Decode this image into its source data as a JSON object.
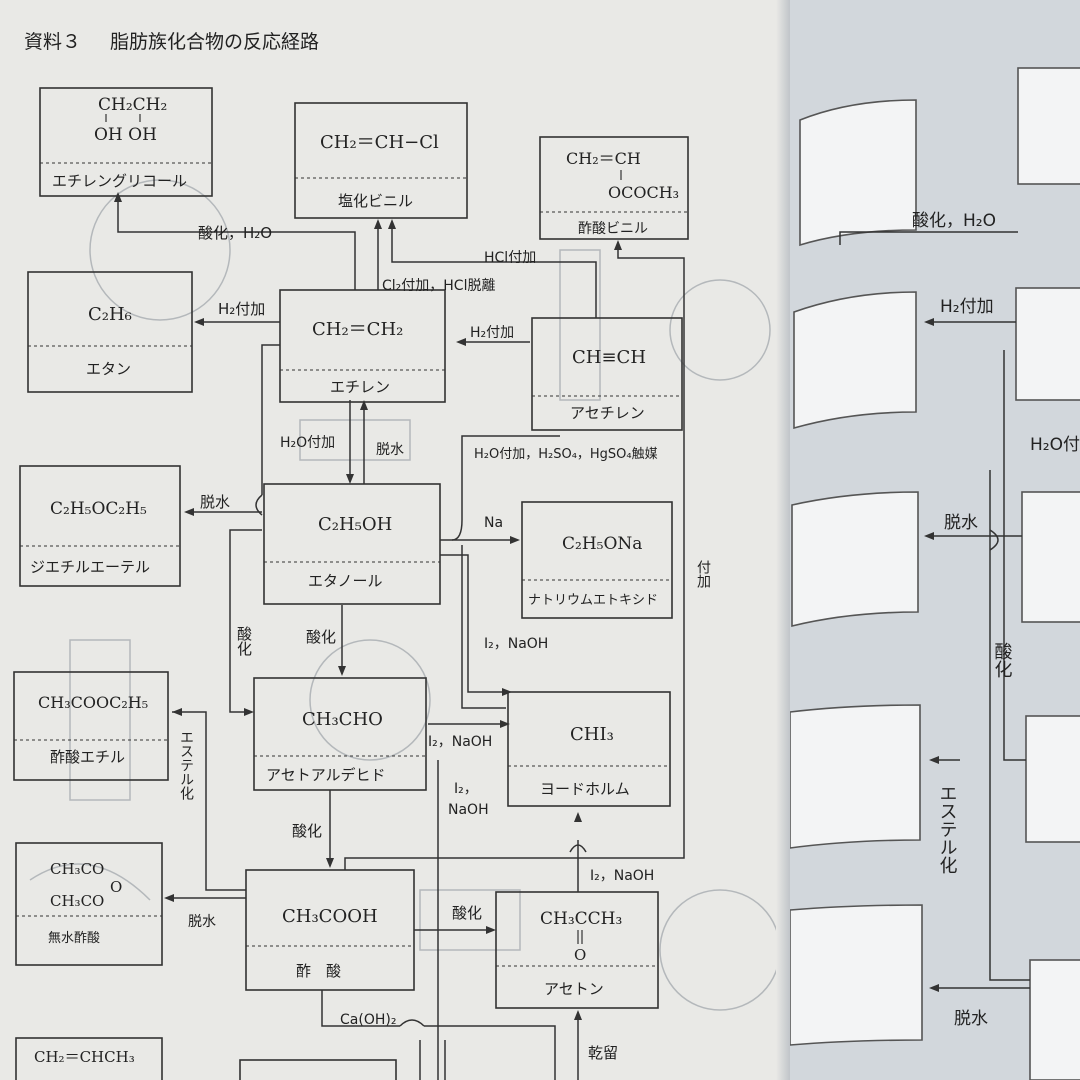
{
  "document": {
    "label": "資料３",
    "title": "脂肪族化合物の反応経路"
  },
  "compounds": {
    "ethylene_glycol": {
      "formula_top": "CH₂CH₂",
      "formula_bottom": "OH OH",
      "name": "エチレングリコール"
    },
    "vinyl_chloride": {
      "formula": "CH₂＝CH−Cl",
      "name": "塩化ビニル"
    },
    "vinyl_acetate": {
      "formula_top": "CH₂＝CH",
      "formula_bottom": "OCOCH₃",
      "name": "酢酸ビニル"
    },
    "ethane": {
      "formula": "C₂H₆",
      "name": "エタン"
    },
    "ethylene": {
      "formula": "CH₂＝CH₂",
      "name": "エチレン"
    },
    "acetylene": {
      "formula": "CH≡CH",
      "name": "アセチレン"
    },
    "diethyl_ether": {
      "formula": "C₂H₅OC₂H₅",
      "name": "ジエチルエーテル"
    },
    "ethanol": {
      "formula": "C₂H₅OH",
      "name": "エタノール"
    },
    "sodium_ethoxide": {
      "formula": "C₂H₅ONa",
      "name": "ナトリウムエトキシド"
    },
    "ethyl_acetate": {
      "formula": "CH₃COOC₂H₅",
      "name": "酢酸エチル"
    },
    "acetaldehyde": {
      "formula": "CH₃CHO",
      "name": "アセトアルデヒド"
    },
    "iodoform": {
      "formula": "CHI₃",
      "name": "ヨードホルム"
    },
    "acetic_anhydride": {
      "formula_top": "CH₃CO",
      "formula_bottom": "CH₃CO",
      "formula_o": "O",
      "name": "無水酢酸"
    },
    "acetic_acid": {
      "formula": "CH₃COOH",
      "name": "酢　酸"
    },
    "acetone": {
      "formula": "CH₃CCH₃",
      "formula_o": "O",
      "name": "アセトン"
    },
    "propene": {
      "formula": "CH₂＝CHCH₃"
    }
  },
  "reactions": {
    "oxidation_h2o": "酸化，H₂O",
    "hcl_addition": "HCl付加",
    "cl2_addition": "Cl₂付加，HCl脱離",
    "h2_addition_ethane": "H₂付加",
    "h2_addition_acetylene": "H₂付加",
    "h2o_addition": "H₂O付加",
    "dehydration_ethylene": "脱水",
    "h2o_hgso4": "H₂O付加，H₂SO₄，HgSO₄触媒",
    "dehydration_ether": "脱水",
    "na": "Na",
    "addition_vertical": "付加",
    "oxidation_vertical": "酸化",
    "oxidation_ethanol": "酸化",
    "i2_naoh_ethanol": "I₂，NaOH",
    "esterification": "エステル化",
    "i2_naoh_acetaldehyde": "I₂，NaOH",
    "i2_naoh_acetic": "I₂，",
    "naoh": "NaOH",
    "oxidation_acetaldehyde": "酸化",
    "dehydration_anhydride": "脱水",
    "oxidation_acetone": "酸化",
    "i2_naoh_acetone": "I₂，NaOH",
    "caoh2": "Ca(OH)₂",
    "dry_distillation": "乾留"
  },
  "right_page": {
    "oxidation_h2o": "酸化，H₂O",
    "h2_addition": "H₂付加",
    "h2o_addition": "H₂O付",
    "dehydration_1": "脱水",
    "oxidation": "酸化",
    "esterification": "エステル化",
    "dehydration_2": "脱水"
  }
}
